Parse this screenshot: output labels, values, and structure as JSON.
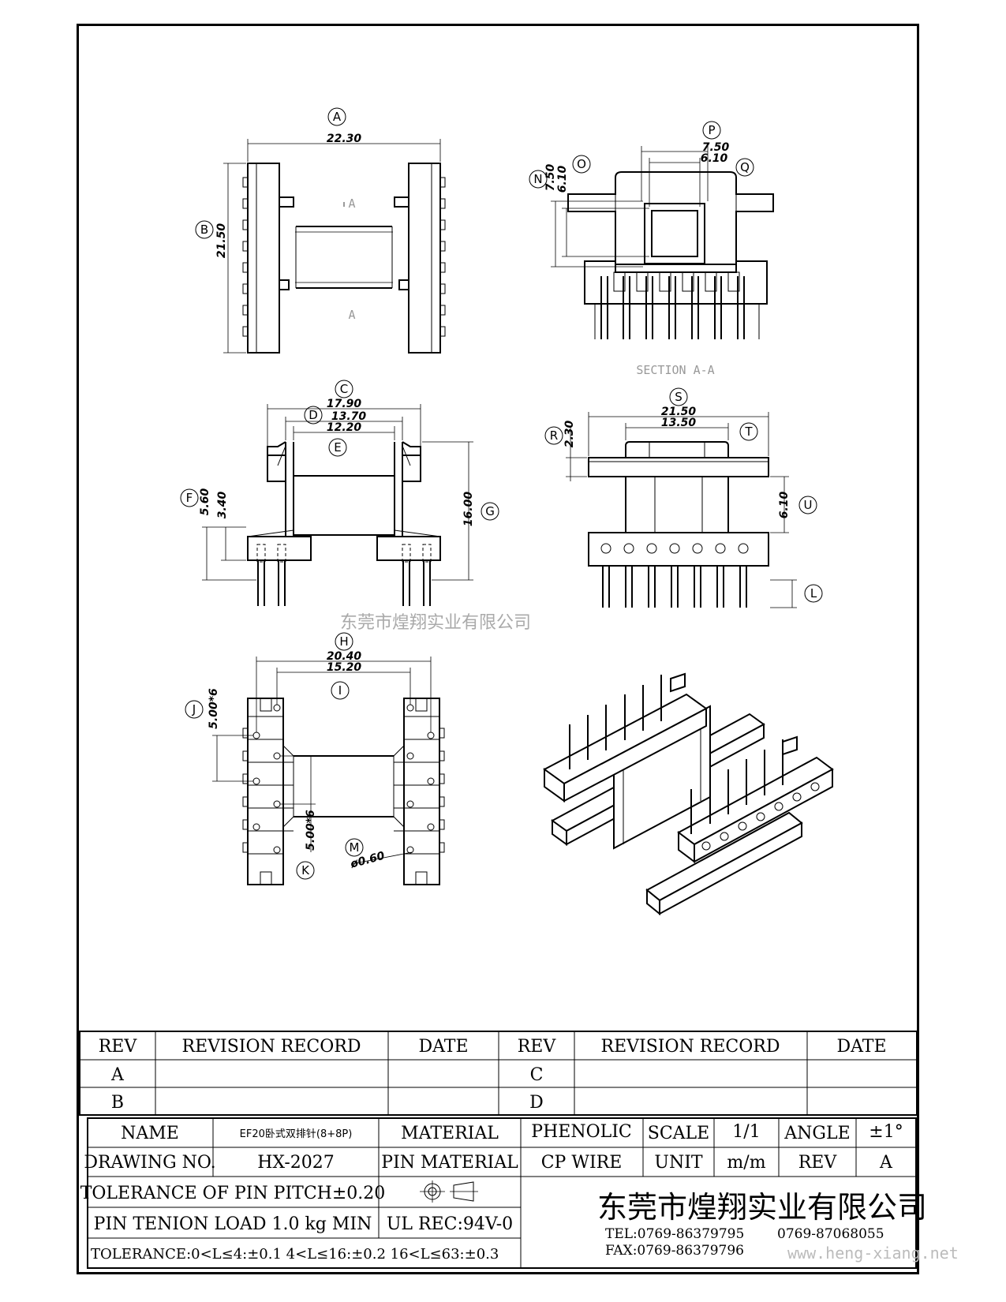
{
  "views": {
    "top": {
      "bubble_a": "A",
      "dim_a": "22.30",
      "bubble_b": "B",
      "dim_b": "21.50",
      "section_mark": "A"
    },
    "section": {
      "bubble_p": "P",
      "dim_p": "7.50",
      "dim_q_val": "6.10",
      "bubble_q": "Q",
      "bubble_n": "N",
      "dim_n": "7.50",
      "bubble_o": "O",
      "dim_o": "6.10",
      "caption": "SECTION A-A"
    },
    "front": {
      "bubble_c": "C",
      "dim_c": "17.90",
      "bubble_d": "D",
      "dim_d": "13.70",
      "dim_e": "12.20",
      "bubble_e": "E",
      "bubble_f": "F",
      "dim_f": "5.60",
      "dim_f2": "3.40",
      "dim_g": "16.00",
      "bubble_g": "G"
    },
    "side": {
      "bubble_s": "S",
      "dim_s": "21.50",
      "dim_t": "13.50",
      "bubble_t": "T",
      "bubble_r": "R",
      "dim_r": "2.30",
      "dim_u": "6.10",
      "bubble_u": "U",
      "bubble_l": "L"
    },
    "bottom": {
      "bubble_h": "H",
      "dim_h": "20.40",
      "dim_i": "15.20",
      "bubble_i": "I",
      "bubble_j": "J",
      "dim_j": "5.00*6",
      "dim_k": "5.00*6",
      "bubble_k": "K",
      "bubble_m": "M",
      "dim_m": "ø0.60"
    }
  },
  "watermark_center": "东莞市煌翔实业有限公司",
  "watermark_url": "www.heng-xiang.net",
  "revision_table": {
    "headers": [
      "REV",
      "REVISION RECORD",
      "DATE",
      "REV",
      "REVISION RECORD",
      "DATE"
    ],
    "rows": [
      [
        "A",
        "",
        "",
        "C",
        "",
        ""
      ],
      [
        "B",
        "",
        "",
        "D",
        "",
        ""
      ]
    ]
  },
  "title_block": {
    "name_label": "NAME",
    "name_value": "EF20卧式双排针(8+8P)",
    "material_label": "MATERIAL",
    "material_value": "PHENOLIC",
    "scale_label": "SCALE",
    "scale_value": "1/1",
    "angle_label": "ANGLE",
    "angle_value": "±1°",
    "drawing_no_label": "DRAWING NO.",
    "drawing_no_value": "HX-2027",
    "pin_material_label": "PIN MATERIAL",
    "pin_material_value": "CP WIRE",
    "unit_label": "UNIT",
    "unit_value": "m/m",
    "rev_label": "REV",
    "rev_value": "A",
    "pitch_tolerance": "TOLERANCE OF PIN PITCH±0.20",
    "pin_load": "PIN TENION LOAD  1.0 kg MIN",
    "ul": "UL REC:94V-0",
    "general_tolerance": "TOLERANCE:0<L≤4:±0.1  4<L≤16:±0.2  16<L≤63:±0.3",
    "company": "东莞市煌翔实业有限公司",
    "tel": "TEL:0769-86379795",
    "tel2": "0769-87068055",
    "fax": "FAX:0769-86379796"
  }
}
